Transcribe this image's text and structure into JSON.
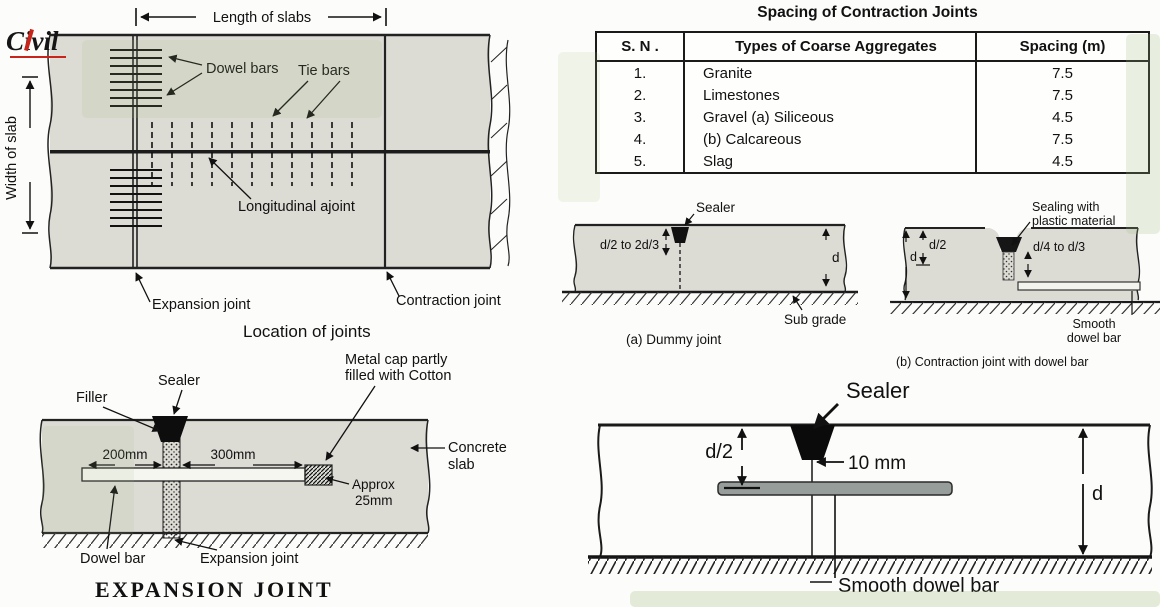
{
  "logo": {
    "text": "Civil"
  },
  "plan": {
    "length_label": "Length of slabs",
    "width_label": "Width of slab",
    "dowel_bars_label": "Dowel bars",
    "tie_bars_label": "Tie bars",
    "longitudinal_label": "Longitudinal ajoint",
    "expansion_label": "Expansion joint",
    "contraction_label": "Contraction joint",
    "caption": "Location of joints"
  },
  "spacing_table": {
    "title": "Spacing of Contraction Joints",
    "headers": {
      "sn": "S. N .",
      "type": "Types of Coarse Aggregates",
      "spacing": "Spacing (m)"
    },
    "rows": [
      {
        "sn": "1.",
        "type": "Granite",
        "spacing": "7.5"
      },
      {
        "sn": "2.",
        "type": "Limestones",
        "spacing": "7.5"
      },
      {
        "sn": "3.",
        "type": "Gravel (a) Siliceous",
        "spacing": "4.5"
      },
      {
        "sn": "4.",
        "type": "(b) Calcareous",
        "spacing": "7.5"
      },
      {
        "sn": "5.",
        "type": "Slag",
        "spacing": "4.5"
      }
    ]
  },
  "dummy_joint": {
    "sealer_label": "Sealer",
    "depth_label": "d/2 to 2d/3",
    "d_label": "d",
    "subgrade_label": "Sub grade",
    "caption": "(a) Dummy joint"
  },
  "contraction_joint": {
    "sealing_line1": "Sealing with",
    "sealing_line2": "plastic material",
    "d_half_label": "d/2",
    "d_label": "d",
    "bar_depth_label": "d/4 to d/3",
    "smooth_line1": "Smooth",
    "smooth_line2": "dowel bar",
    "caption": "(b) Contraction joint with dowel bar"
  },
  "expansion_joint": {
    "sealer_label": "Sealer",
    "filler_label": "Filler",
    "metal_cap_line1": "Metal cap partly",
    "metal_cap_line2": "filled with Cotton",
    "dim_200": "200mm",
    "dim_300": "300mm",
    "approx_line1": "Approx",
    "approx_line2": "25mm",
    "concrete_line1": "Concrete",
    "concrete_line2": "slab",
    "dowel_bar_label": "Dowel bar",
    "expansion_label": "Expansion joint",
    "title": "EXPANSION JOINT"
  },
  "big_contraction": {
    "sealer_label": "Sealer",
    "d_half_label": "d/2",
    "gap_label": "10 mm",
    "d_label": "d",
    "smooth_label": "Smooth dowel bar"
  }
}
